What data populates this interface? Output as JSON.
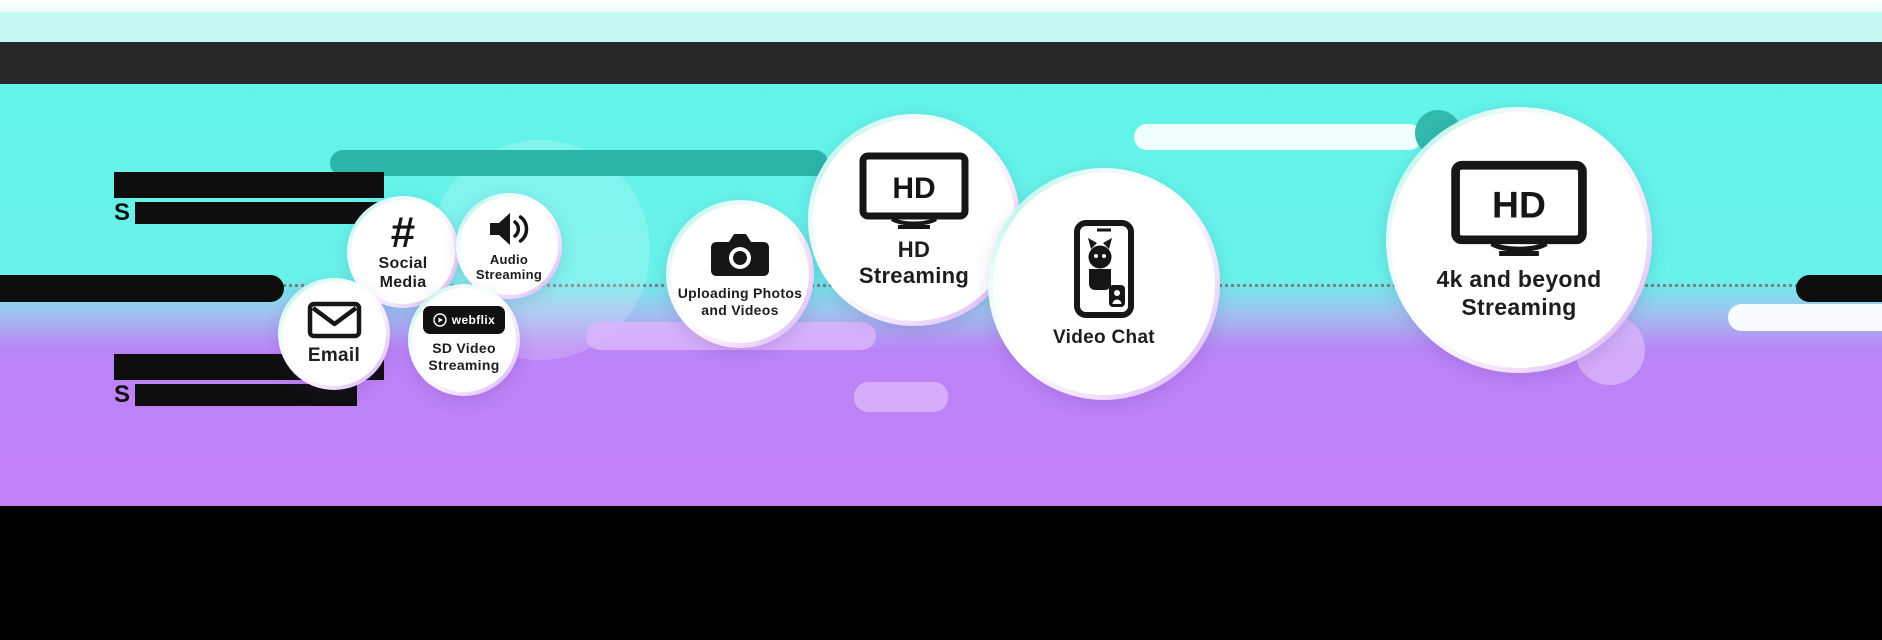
{
  "decor": {
    "redacted_line_prefix_upper": "S",
    "redacted_line_prefix_lower": "S"
  },
  "bubbles": [
    {
      "id": "email",
      "label": "Email",
      "icon": "envelope-icon"
    },
    {
      "id": "social-media",
      "label": "Social\nMedia",
      "icon": "hashtag-icon",
      "symbol": "#"
    },
    {
      "id": "audio-streaming",
      "label": "Audio\nStreaming",
      "icon": "speaker-icon"
    },
    {
      "id": "sd-video-streaming",
      "label": "SD Video\nStreaming",
      "icon": "webflix-logo",
      "logo_text": "webflix"
    },
    {
      "id": "uploading-photos",
      "label": "Uploading Photos\nand Videos",
      "icon": "camera-icon"
    },
    {
      "id": "hd-streaming",
      "label": "HD\nStreaming",
      "icon": "tv-hd-icon",
      "screen_text": "HD"
    },
    {
      "id": "video-chat",
      "label": "Video Chat",
      "icon": "phone-cat-icon"
    },
    {
      "id": "4k-streaming",
      "label": "4k and beyond\nStreaming",
      "icon": "tv-hd-icon",
      "screen_text": "HD"
    }
  ],
  "colors": {
    "background_cyan": "#62f3e9",
    "background_purple": "#c47ff7",
    "header_band": "#282828",
    "footer_band": "#000000",
    "streak_teal": "#2cb4a8",
    "streak_lavender": "#d9b5fa",
    "bubble_fill": "#ffffff",
    "text_dark": "#1d1d1d"
  }
}
